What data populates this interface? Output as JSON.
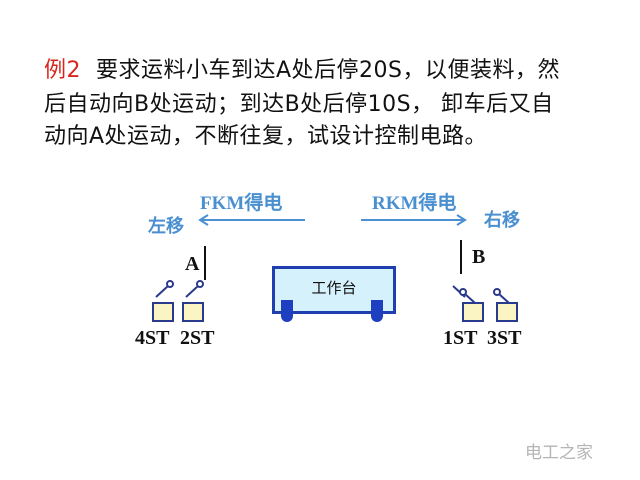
{
  "problem": {
    "label": "例2",
    "line1": "要求运料小车到达A处后停20S，以便装料，然",
    "line2": "后自动向B处运动；到达B处后停10S，  卸车后又自",
    "line3": "动向A处运动，不断往复，试设计控制电路。"
  },
  "diagram": {
    "left_relay": "FKM得电",
    "left_move": "左移",
    "right_relay": "RKM得电",
    "right_move": "右移",
    "pos_a": "A",
    "pos_b": "B",
    "cart": "工作台",
    "switches": [
      "4ST",
      "2ST",
      "1ST",
      "3ST"
    ],
    "accent": "#4a8fd0"
  },
  "watermark": "电工之家"
}
